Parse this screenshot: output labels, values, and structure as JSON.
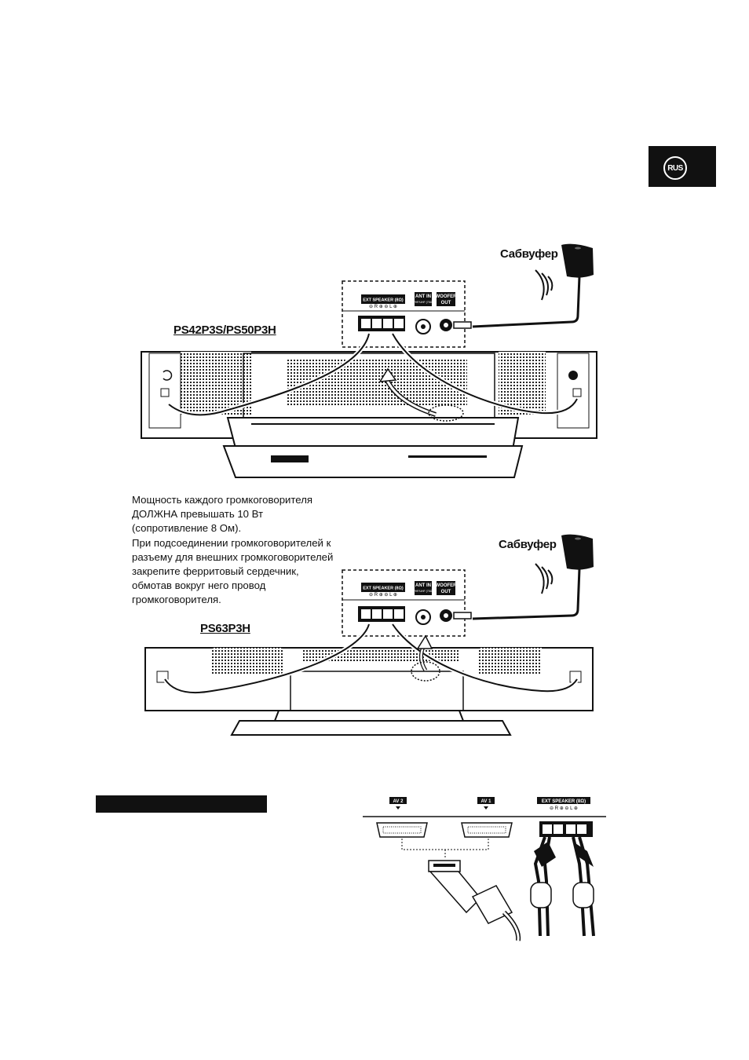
{
  "page": {
    "lang_badge": "RUS",
    "diagram1": {
      "subwoofer_label": "Сабвуфер",
      "model_label": "PS42P3S/PS50P3H",
      "panel_ext_speaker": "EXT SPEAKER (8Ω)",
      "panel_polarity": "⊖ R ⊕ ⊖ L ⊕",
      "panel_ant_in": "ANT IN",
      "panel_ant_sub": "VHF/UHF (75Ω)",
      "panel_woofer": "WOOFER",
      "panel_out": "OUT"
    },
    "note_lines": [
      "Мощность каждого громкоговорителя",
      "ДОЛЖНА превышать 10 Вт",
      "(сопротивление 8 Ом).",
      "При подсоединении громкоговорителей к",
      "разъему для внешних громкоговорителей",
      "закрепите ферритовый сердечник,",
      "обмотав вокруг него провод",
      "громкоговорителя."
    ],
    "diagram2": {
      "subwoofer_label": "Сабвуфер",
      "model_label": "PS63P3H",
      "panel_ext_speaker": "EXT SPEAKER (8Ω)",
      "panel_polarity": "⊖ R ⊕ ⊖ L ⊕",
      "panel_ant_in": "ANT IN",
      "panel_ant_sub": "VHF/UHF (75Ω)",
      "panel_woofer": "WOOFER",
      "panel_out": "OUT"
    },
    "diagram3": {
      "av2_label": "AV 2",
      "av1_label": "AV 1",
      "ext_speaker_label": "EXT SPEAKER (8Ω)",
      "polarity": "⊖ R ⊕ ⊖ L ⊕"
    }
  }
}
